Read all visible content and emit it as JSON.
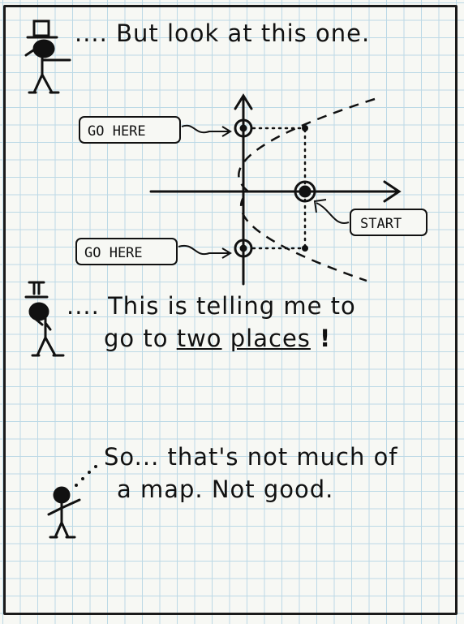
{
  "panel": {
    "line1": "But look at this one.",
    "line2a": "This is telling me to",
    "line2b_pre": "go to ",
    "line2b_u1": "two",
    "line2b_u2": "places",
    "line3a": "So... that's not much of",
    "line3b": "a map. Not good."
  },
  "diagram": {
    "label_top": "GO HERE",
    "label_bottom": "GO HERE",
    "label_start": "START"
  },
  "colors": {
    "ink": "#111111",
    "grid": "#bcd9e6"
  },
  "icons": [
    "top-hat-stick-figure",
    "thinking-stick-figure",
    "pointing-stick-figure"
  ]
}
